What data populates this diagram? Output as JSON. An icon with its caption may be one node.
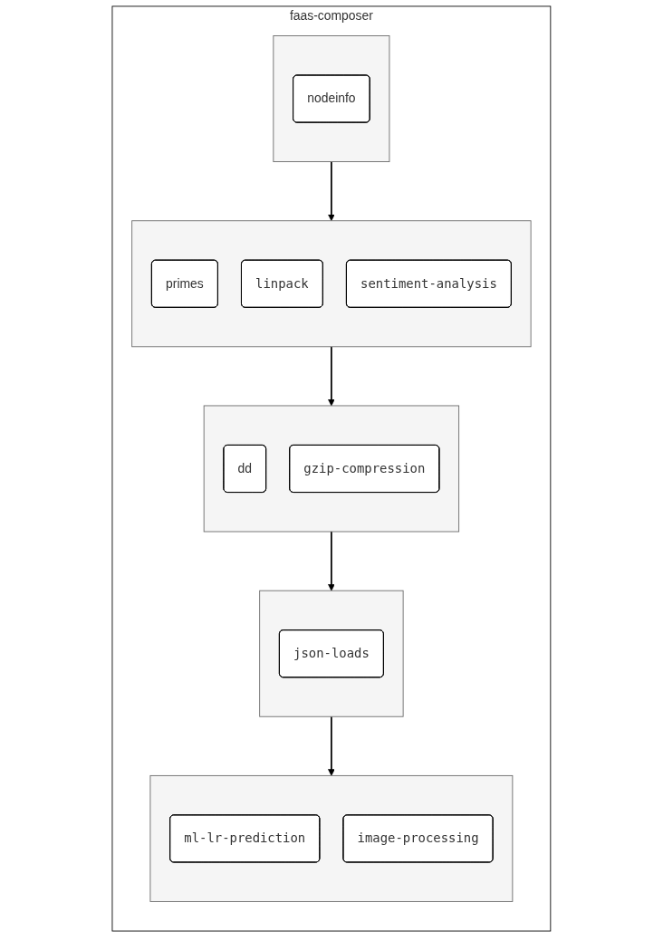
{
  "diagram": {
    "nodes": [
      {
        "text": [
          "faas-composer"
        ]
      },
      {
        "text": [],
        "shape": "box",
        "in": 0
      },
      {
        "text": [
          "nodeinfo"
        ],
        "in": 1
      },
      {
        "text": [],
        "shape": "box",
        "in": 0
      },
      {
        "text": [
          "primes"
        ],
        "in": 3
      },
      {
        "text": [
          "linpack"
        ],
        "in": 3
      },
      {
        "text": [
          "sentiment-analysis"
        ],
        "in": 3
      },
      {
        "text": [],
        "shape": "box",
        "in": 0
      },
      {
        "text": [
          "dd"
        ],
        "in": 7
      },
      {
        "text": [
          "gzip-compression"
        ],
        "in": 7
      },
      {
        "text": [],
        "shape": "box",
        "in": 0
      },
      {
        "text": [
          "json-loads"
        ],
        "in": 10
      },
      {
        "text": [],
        "shape": "box",
        "in": 0
      },
      {
        "text": [
          "ml-lr-prediction"
        ],
        "in": 12
      },
      {
        "text": [
          "image-processing"
        ],
        "in": 12
      }
    ],
    "edges": [
      {
        "from": 1,
        "to": 3,
        "arrow": "to"
      },
      {
        "from": 3,
        "to": 7,
        "arrow": "to"
      },
      {
        "from": 7,
        "to": 10,
        "arrow": "to"
      },
      {
        "from": 10,
        "to": 12,
        "arrow": "to"
      }
    ]
  }
}
